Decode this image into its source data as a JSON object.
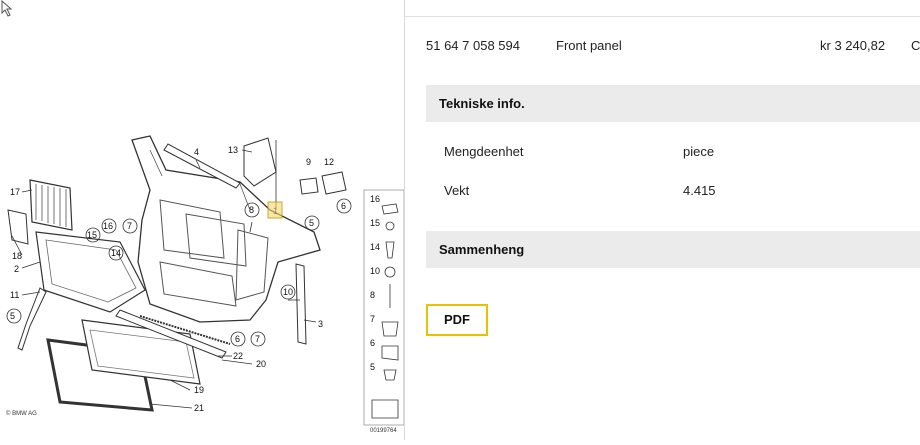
{
  "diagram": {
    "callouts": [
      "17",
      "18",
      "2",
      "11",
      "5",
      "15",
      "16",
      "7",
      "14",
      "4",
      "13",
      "8",
      "1",
      "9",
      "12",
      "5",
      "6",
      "6",
      "7",
      "10",
      "3",
      "22",
      "20",
      "19",
      "21"
    ],
    "side_numbers": [
      "16",
      "15",
      "14",
      "10",
      "8",
      "7",
      "6",
      "5"
    ],
    "copyright": "© BMW AG",
    "image_number": "00199764"
  },
  "part": {
    "number": "51 64 7 058 594",
    "name": "Front panel",
    "price": "kr 3 240,82",
    "trailing": "C"
  },
  "tech_info": {
    "heading": "Tekniske info.",
    "rows": [
      {
        "label": "Mengdeenhet",
        "value": "piece"
      },
      {
        "label": "Vekt",
        "value": "4.415"
      }
    ]
  },
  "related": {
    "heading": "Sammenheng"
  },
  "pdf_button": {
    "label": "PDF"
  },
  "colors": {
    "highlight": "#f5d76e",
    "pdf_border": "#e7c200",
    "band": "#ebebeb"
  }
}
